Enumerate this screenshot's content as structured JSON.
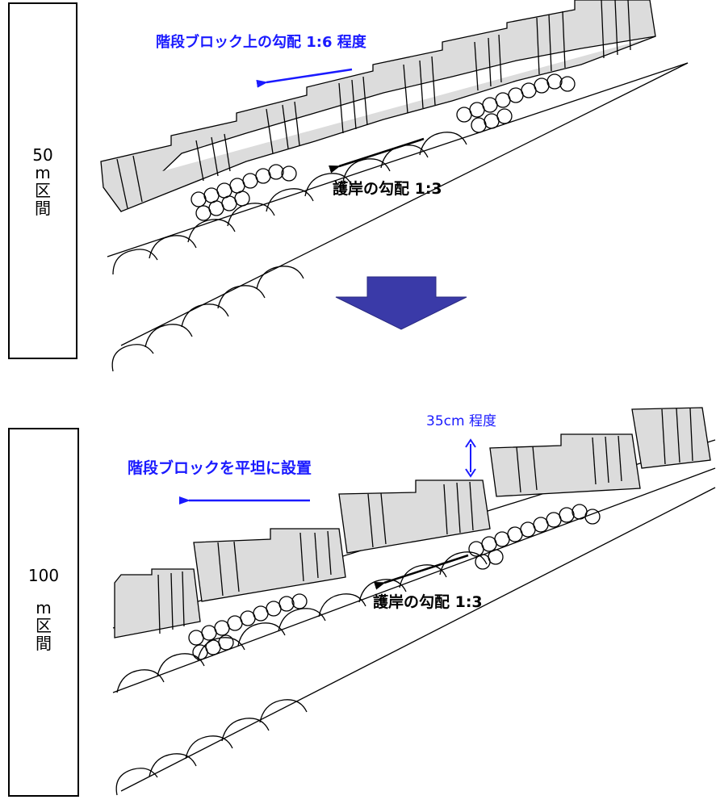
{
  "top": {
    "section_label_num": "50",
    "section_label_chars": [
      "m",
      "区",
      "間"
    ],
    "block_slope_label": "階段ブロック上の勾配 1:6 程度",
    "bank_slope_label": "護岸の勾配 1:3"
  },
  "bottom": {
    "section_label_num": "100",
    "section_label_chars": [
      "m",
      "区",
      "間"
    ],
    "height_label": "35cm 程度",
    "block_flat_label": "階段ブロックを平坦に設置",
    "bank_slope_label": "護岸の勾配 1:3"
  },
  "colors": {
    "annotation_blue": "#1a1aff",
    "arrow_blue": "#3a3aa8",
    "block_fill": "#dcdcdc",
    "line": "#000000"
  },
  "icons": {
    "transition_arrow": "down-arrow-icon"
  }
}
